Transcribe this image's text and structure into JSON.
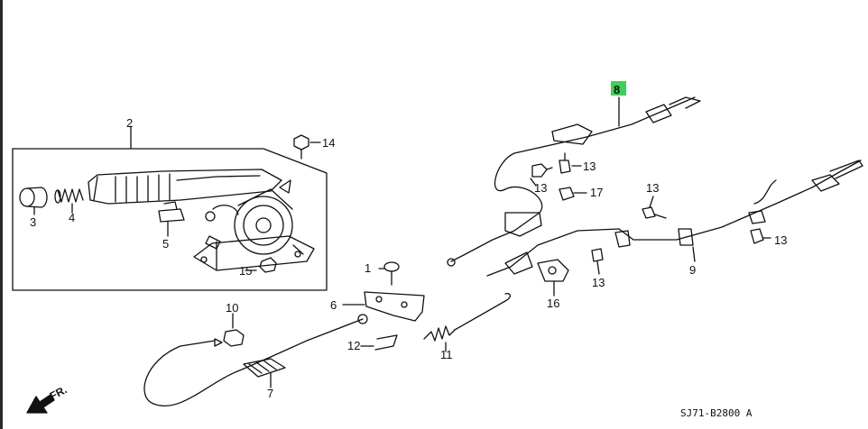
{
  "diagram": {
    "highlight_color": "#39d353",
    "stroke_color": "#111111",
    "callouts": {
      "c1": "1",
      "c2": "2",
      "c3": "3",
      "c4": "4",
      "c5": "5",
      "c6": "6",
      "c7": "7",
      "c8": "8",
      "c9": "9",
      "c10": "10",
      "c11": "11",
      "c12": "12",
      "c13": "13",
      "c14": "14",
      "c15": "15",
      "c16": "16",
      "c17": "17"
    },
    "direction_label": "FR.",
    "diagram_code": "SJ71-B2800 A"
  }
}
